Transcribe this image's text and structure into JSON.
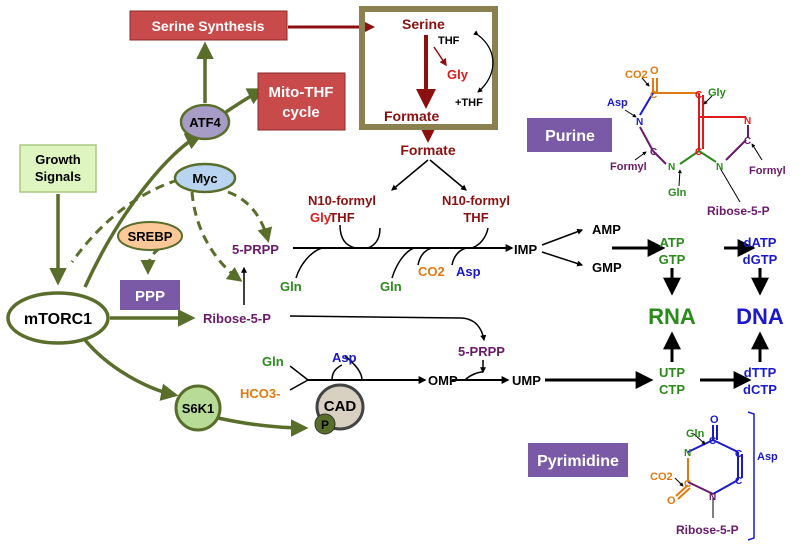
{
  "nodes": {
    "growth_signals": [
      "Growth",
      "Signals"
    ],
    "mtorc1": "mTORC1",
    "atf4": "ATF4",
    "myc": "Myc",
    "srebp": "SREBP",
    "ppp": "PPP",
    "s6k1": "S6K1",
    "cad": "CAD",
    "p": "P",
    "serine_synthesis": "Serine Synthesis",
    "mito_thf": [
      "Mito-THF",
      "cycle"
    ],
    "purine": "Purine",
    "pyrimidine": "Pyrimidine"
  },
  "mito": {
    "serine": "Serine",
    "thf": "THF",
    "gly": "Gly",
    "formate": "Formate",
    "plus_thf": "+THF"
  },
  "purine_path": {
    "formate": "Formate",
    "n10_formyl_left": "N10-formyl",
    "thf_left": "THF",
    "n10_formyl_right": "N10-formyl",
    "thf_right": "THF",
    "prpp": "5-PRPP",
    "gly": "Gly",
    "gln1": "Gln",
    "gln2": "Gln",
    "co2": "CO2",
    "asp": "Asp",
    "imp": "IMP",
    "amp": "AMP",
    "gmp": "GMP",
    "ribose": "Ribose-5-P"
  },
  "pyrimidine_path": {
    "gln": "Gln",
    "hco3": "HCO3-",
    "asp": "Asp",
    "omp": "OMP",
    "prpp": "5-PRPP",
    "ump": "UMP"
  },
  "products": {
    "atp": "ATP",
    "gtp": "GTP",
    "datp": "dATP",
    "dgtp": "dGTP",
    "rna": "RNA",
    "dna": "DNA",
    "utp": "UTP",
    "ctp": "CTP",
    "dttp": "dTTP",
    "dctp": "dCTP"
  },
  "purine_structure": {
    "co2": "CO2",
    "o": "O",
    "asp": "Asp",
    "gly": "Gly",
    "n": "N",
    "c": "C",
    "formyl_left": "Formyl",
    "formyl_right": "Formyl",
    "gln": "Gln",
    "ribose": "Ribose-5-P"
  },
  "pyrimidine_structure": {
    "gln": "Gln",
    "co2": "CO2",
    "o": "O",
    "n": "N",
    "c": "C",
    "asp": "Asp",
    "ribose": "Ribose-5-P"
  },
  "colors": {
    "green_arrow": "#5a6e2c",
    "dark_red": "#8b1010",
    "green_text": "#2a8a1a",
    "blue_text": "#1a1acc",
    "orange_text": "#e07a10",
    "purple_text": "#6a1a6a",
    "red_text": "#e01a1a",
    "purple_box": "#7a5aa6",
    "red_box": "#c94a4a"
  }
}
